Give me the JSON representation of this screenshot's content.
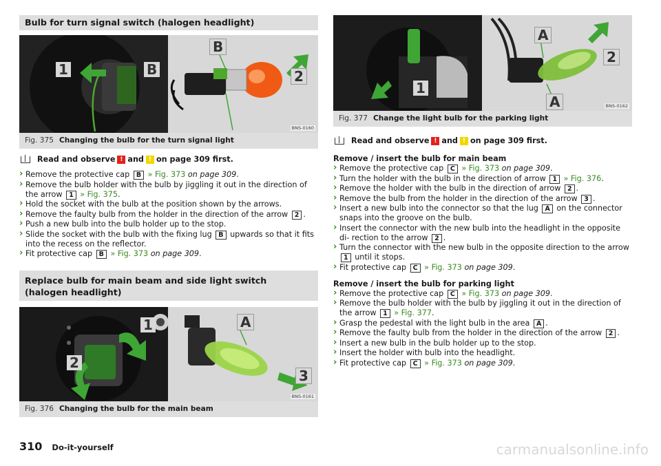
{
  "section1": {
    "title": "Bulb for turn signal switch (halogen headlight)"
  },
  "fig375": {
    "number": "Fig. 375",
    "title": "Changing the bulb for the turn signal light",
    "code": "BNS-0160",
    "labels": {
      "one": "1",
      "b1": "B",
      "b2": "B",
      "two": "2"
    }
  },
  "note1": {
    "pre": "Read and observe",
    "and": "and",
    "post": "on page 309 first."
  },
  "steps1": [
    {
      "pre": "Remove the protective cap",
      "key": "B",
      "ref": "» Fig. 373",
      "page": "on page 309",
      "end": "."
    },
    {
      "pre": "Remove the bulb holder with the bulb by jiggling it out in the direction of the arrow",
      "key": "1",
      "ref": "» Fig. 375",
      "end": "."
    },
    {
      "pre": "Hold the socket with the bulb at the position shown by the arrows."
    },
    {
      "pre": "Remove the faulty bulb from the holder in the direction of the arrow",
      "key": "2",
      "end": "."
    },
    {
      "pre": "Push a new bulb into the bulb holder up to the stop."
    },
    {
      "pre": "Slide the socket with the bulb with the fixing lug",
      "key": "B",
      "post": "upwards so that it fits into the recess on the reflector."
    },
    {
      "pre": "Fit protective cap",
      "key": "B",
      "ref": "» Fig. 373",
      "page": "on page 309",
      "end": "."
    }
  ],
  "section2": {
    "title": "Replace bulb for main beam and side light switch (halogen headlight)"
  },
  "fig376": {
    "number": "Fig. 376",
    "title": "Changing the bulb for the main beam",
    "code": "BNS-0161",
    "labels": {
      "one": "1",
      "two": "2",
      "a": "A",
      "three": "3"
    }
  },
  "fig377": {
    "number": "Fig. 377",
    "title": "Change the light bulb for the parking light",
    "code": "BNS-0162",
    "labels": {
      "one": "1",
      "a1": "A",
      "two": "2",
      "a2": "A"
    }
  },
  "note2": {
    "pre": "Read and observe",
    "and": "and",
    "post": "on page 309 first."
  },
  "sub1": "Remove / insert the bulb for main beam",
  "steps2": [
    {
      "pre": "Remove the protective cap",
      "key": "C",
      "ref": "» Fig. 373",
      "page": "on page 309",
      "end": "."
    },
    {
      "pre": "Turn the holder with the bulb in the direction of arrow",
      "key": "1",
      "ref": "» Fig. 376",
      "end": "."
    },
    {
      "pre": "Remove the holder with the bulb in the direction of arrow",
      "key": "2",
      "end": "."
    },
    {
      "pre": "Remove the bulb from the holder in the direction of the arrow",
      "key": "3",
      "end": "."
    },
    {
      "pre": "Insert a new bulb into the connector so that the lug",
      "key": "A",
      "post": "on the connector snaps into the groove on the bulb."
    },
    {
      "pre": "Insert the connector with the new bulb into the headlight in the opposite di- rection to the arrow",
      "key": "2",
      "end": "."
    },
    {
      "pre": "Turn the connector with the new bulb in the opposite direction to the arrow",
      "key": "1",
      "post": "until it stops."
    },
    {
      "pre": "Fit protective cap",
      "key": "C",
      "ref": "» Fig. 373",
      "page": "on page 309",
      "end": "."
    }
  ],
  "sub2": "Remove / insert the bulb for parking light",
  "steps3": [
    {
      "pre": "Remove the protective cap",
      "key": "C",
      "ref": "» Fig. 373",
      "page": "on page 309",
      "end": "."
    },
    {
      "pre": "Remove the bulb holder with the bulb by jiggling it out in the direction of the arrow",
      "key": "1",
      "ref": "» Fig. 377",
      "end": "."
    },
    {
      "pre": "Grasp the pedestal with the light bulb in the area",
      "key": "A",
      "end": "."
    },
    {
      "pre": "Remove the faulty bulb from the holder in the direction of the arrow",
      "key": "2",
      "end": "."
    },
    {
      "pre": "Insert a new bulb in the bulb holder up to the stop."
    },
    {
      "pre": "Insert the holder with bulb into the headlight."
    },
    {
      "pre": "Fit protective cap",
      "key": "C",
      "ref": "» Fig. 373",
      "page": "on page 309",
      "end": "."
    }
  ],
  "footer": {
    "page": "310",
    "chapter": "Do-it-yourself"
  },
  "watermark": "carmanualsonline.info"
}
